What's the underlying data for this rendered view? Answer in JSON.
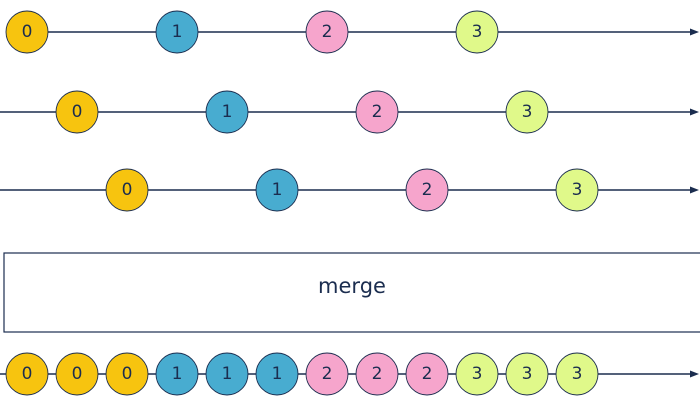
{
  "colors": {
    "line": "#1b2d4f",
    "value_colors": {
      "0": "#f7c40f",
      "1": "#48acd0",
      "2": "#f6a5cc",
      "3": "#e0f98a"
    }
  },
  "input_streams": [
    {
      "name": "input-stream-1",
      "marbles": [
        "0",
        "1",
        "2",
        "3"
      ]
    },
    {
      "name": "input-stream-2",
      "marbles": [
        "0",
        "1",
        "2",
        "3"
      ]
    },
    {
      "name": "input-stream-3",
      "marbles": [
        "0",
        "1",
        "2",
        "3"
      ]
    }
  ],
  "operator": {
    "label": "merge"
  },
  "output_stream": {
    "name": "output-stream",
    "marbles": [
      "0",
      "0",
      "0",
      "1",
      "1",
      "1",
      "2",
      "2",
      "2",
      "3",
      "3",
      "3"
    ]
  }
}
